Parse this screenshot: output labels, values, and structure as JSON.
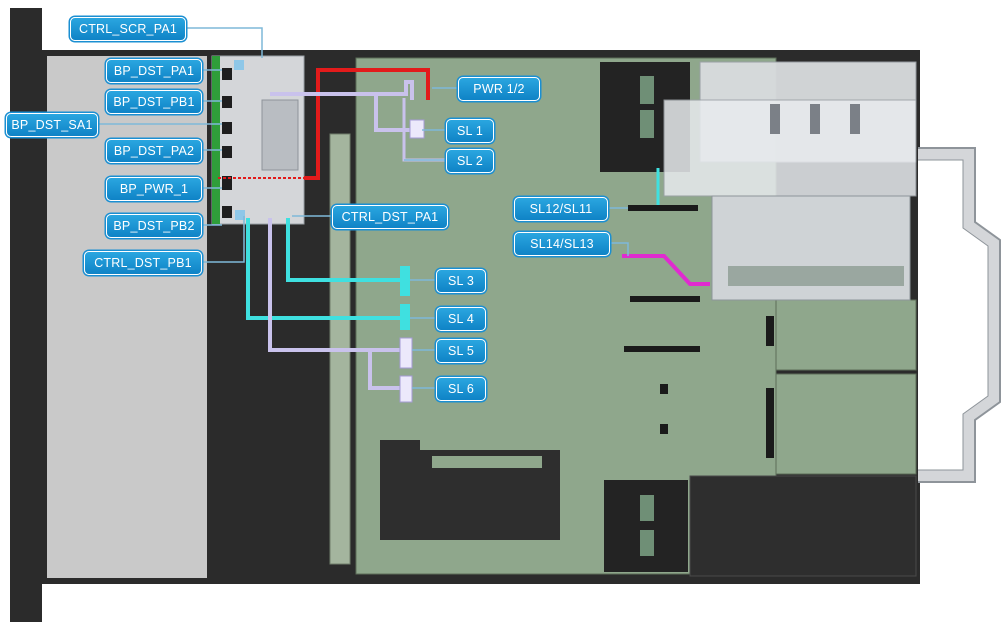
{
  "labels": {
    "ctrl_scr_pa1": "CTRL_SCR_PA1",
    "bp_dst_pa1": "BP_DST_PA1",
    "bp_dst_pb1": "BP_DST_PB1",
    "bp_dst_sa1": "BP_DST_SA1",
    "bp_dst_pa2": "BP_DST_PA2",
    "bp_pwr_1": "BP_PWR_1",
    "bp_dst_pb2": "BP_DST_PB2",
    "ctrl_dst_pb1": "CTRL_DST_PB1",
    "ctrl_dst_pa1": "CTRL_DST_PA1",
    "pwr_1_2": "PWR 1/2",
    "sl1": "SL 1",
    "sl2": "SL 2",
    "sl3": "SL 3",
    "sl4": "SL 4",
    "sl5": "SL 5",
    "sl6": "SL 6",
    "sl12_sl11": "SL12/SL11",
    "sl14_sl13": "SL14/SL13"
  },
  "colors": {
    "chassis": "#2b2b2b",
    "motherboard": "#8fa78c",
    "backplane_area": "#c9c9c9",
    "label_fill": "#1b8fd2",
    "cable_lavender": "#c9c2ec",
    "cable_cyan": "#3fe0e0",
    "cable_red": "#e21b1b",
    "cable_magenta": "#e02bd0"
  }
}
